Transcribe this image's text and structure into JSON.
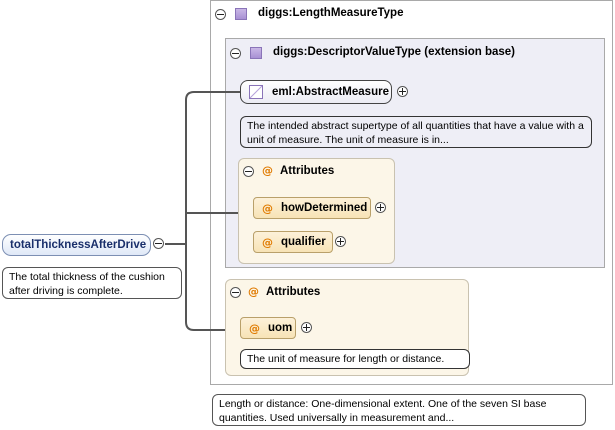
{
  "root_element": {
    "name": "totalThicknessAfterDrive",
    "doc": "The total thickness of the cushion after driving is complete."
  },
  "type_panel": {
    "title": "diggs:LengthMeasureType",
    "doc": "Length or distance: One-dimensional extent. One of the seven SI base quantities. Used universally in measurement and..."
  },
  "base_panel": {
    "title": "diggs:DescriptorValueType (extension base)",
    "abstract_element": "eml:AbstractMeasure",
    "abstract_doc": "The intended abstract supertype of all quantities that have a value with a unit of measure. The unit of measure is in...",
    "attributes_title": "Attributes",
    "attributes": [
      "howDetermined",
      "qualifier"
    ]
  },
  "type_attributes": {
    "title": "Attributes",
    "attribute": "uom",
    "doc": "The unit of measure for length or distance."
  }
}
